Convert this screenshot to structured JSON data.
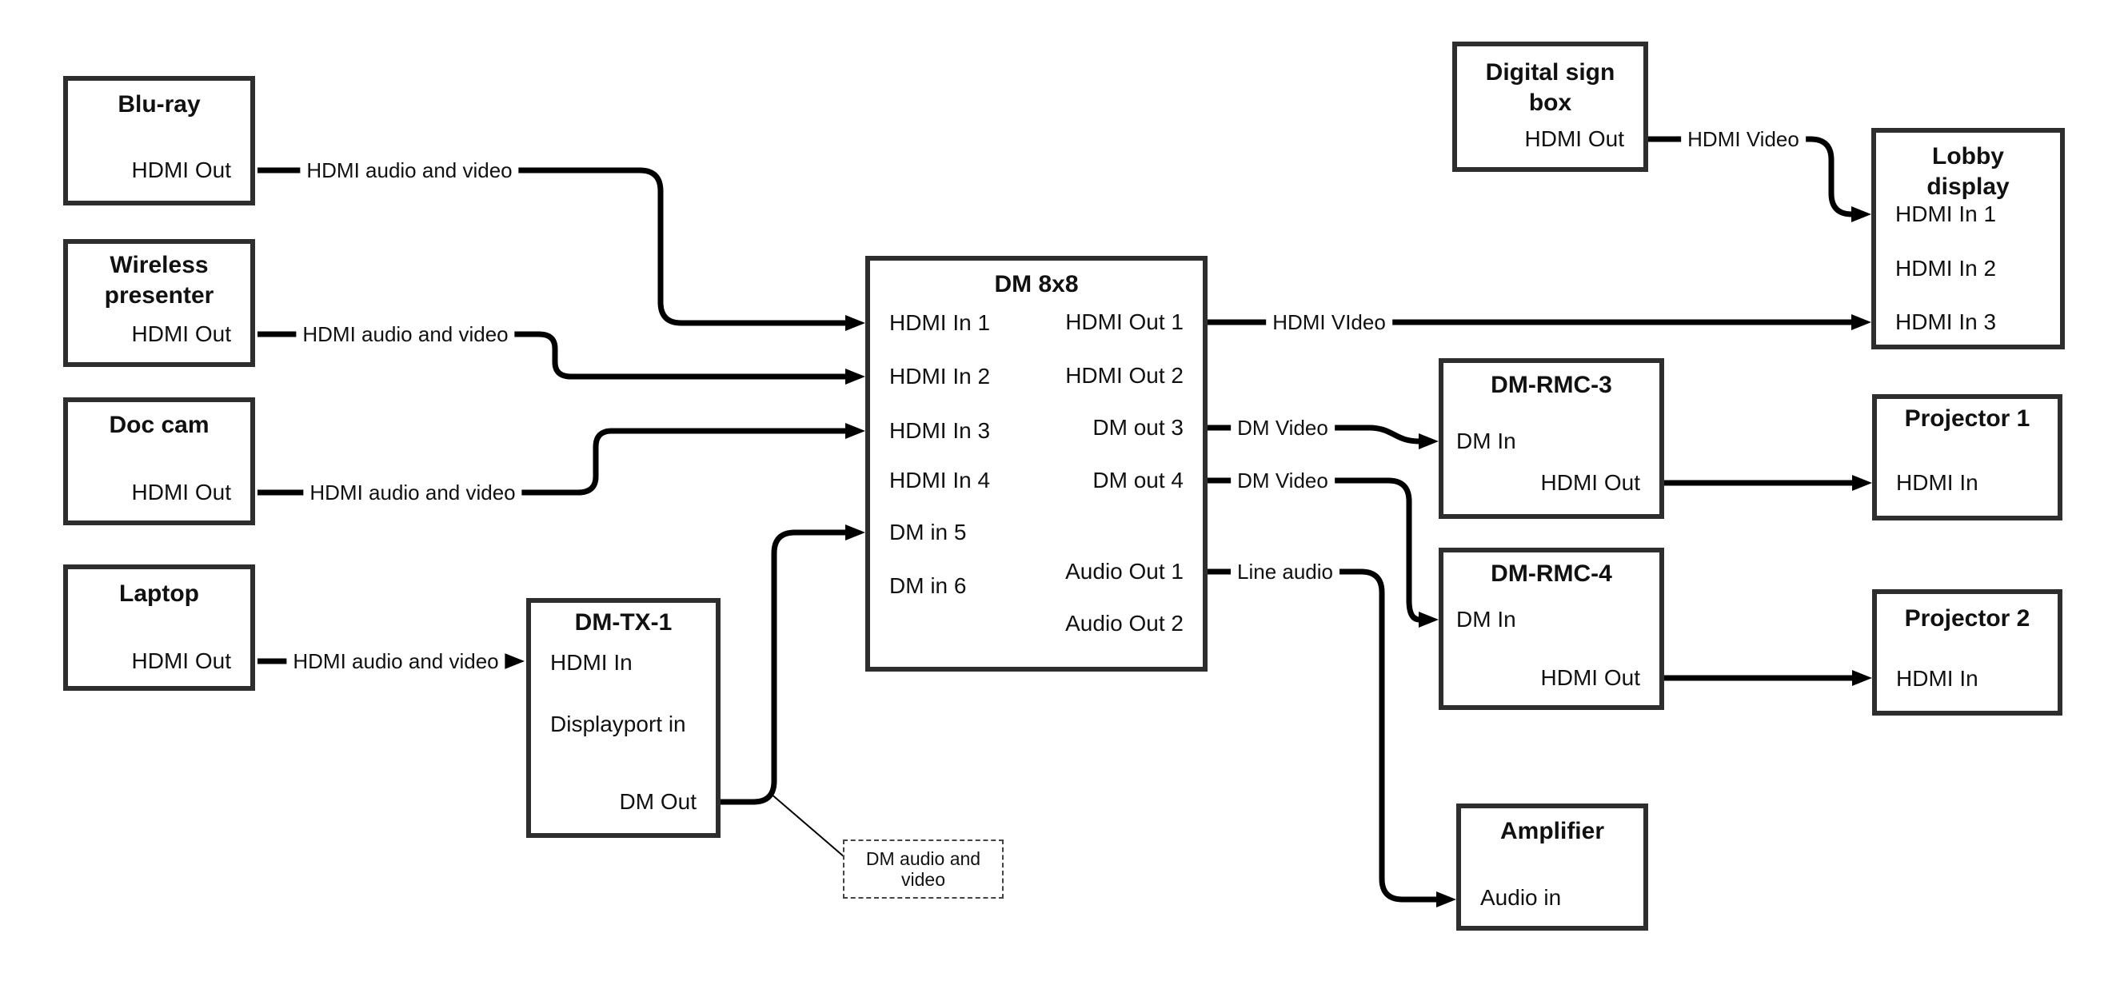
{
  "colors": {
    "connector": "#000000",
    "box_border": "#2e2e2e",
    "text": "#111111"
  },
  "nodes": {
    "bluray": {
      "title": "Blu-ray",
      "hdmi_out": "HDMI Out"
    },
    "wireless": {
      "title_l1": "Wireless",
      "title_l2": "presenter",
      "hdmi_out": "HDMI Out"
    },
    "doccam": {
      "title": "Doc cam",
      "hdmi_out": "HDMI Out"
    },
    "laptop": {
      "title": "Laptop",
      "hdmi_out": "HDMI Out"
    },
    "dmtx1": {
      "title": "DM-TX-1",
      "hdmi_in": "HDMI In",
      "displayport_in": "Displayport in",
      "dm_out": "DM Out"
    },
    "dm8x8": {
      "title": "DM 8x8",
      "in1": "HDMI In 1",
      "in2": "HDMI In 2",
      "in3": "HDMI In 3",
      "in4": "HDMI In 4",
      "in5": "DM in 5",
      "in6": "DM in 6",
      "out1": "HDMI Out 1",
      "out2": "HDMI Out 2",
      "out3": "DM out 3",
      "out4": "DM out 4",
      "aout1": "Audio Out 1",
      "aout2": "Audio Out 2"
    },
    "digitalsign": {
      "title_l1": "Digital sign",
      "title_l2": "box",
      "hdmi_out": "HDMI Out"
    },
    "lobby": {
      "title_l1": "Lobby",
      "title_l2": "display",
      "in1": "HDMI In 1",
      "in2": "HDMI In 2",
      "in3": "HDMI In 3"
    },
    "dmrmc3": {
      "title": "DM-RMC-3",
      "dm_in": "DM In",
      "hdmi_out": "HDMI Out"
    },
    "proj1": {
      "title": "Projector 1",
      "hdmi_in": "HDMI In"
    },
    "dmrmc4": {
      "title": "DM-RMC-4",
      "dm_in": "DM In",
      "hdmi_out": "HDMI Out"
    },
    "proj2": {
      "title": "Projector 2",
      "hdmi_in": "HDMI In"
    },
    "amplifier": {
      "title": "Amplifier",
      "audio_in": "Audio in"
    }
  },
  "edge_labels": {
    "bluray_line": "HDMI audio and video",
    "wireless_line": "HDMI audio and video",
    "doccam_line": "HDMI audio and video",
    "laptop_line": "HDMI audio and video",
    "out1_line": "HDMI VIdeo",
    "digitalsign_line": "HDMI Video",
    "out3_line": "DM Video",
    "out4_line": "DM Video",
    "audio_line": "Line audio"
  },
  "note": {
    "l1": "DM audio and",
    "l2": "video"
  }
}
